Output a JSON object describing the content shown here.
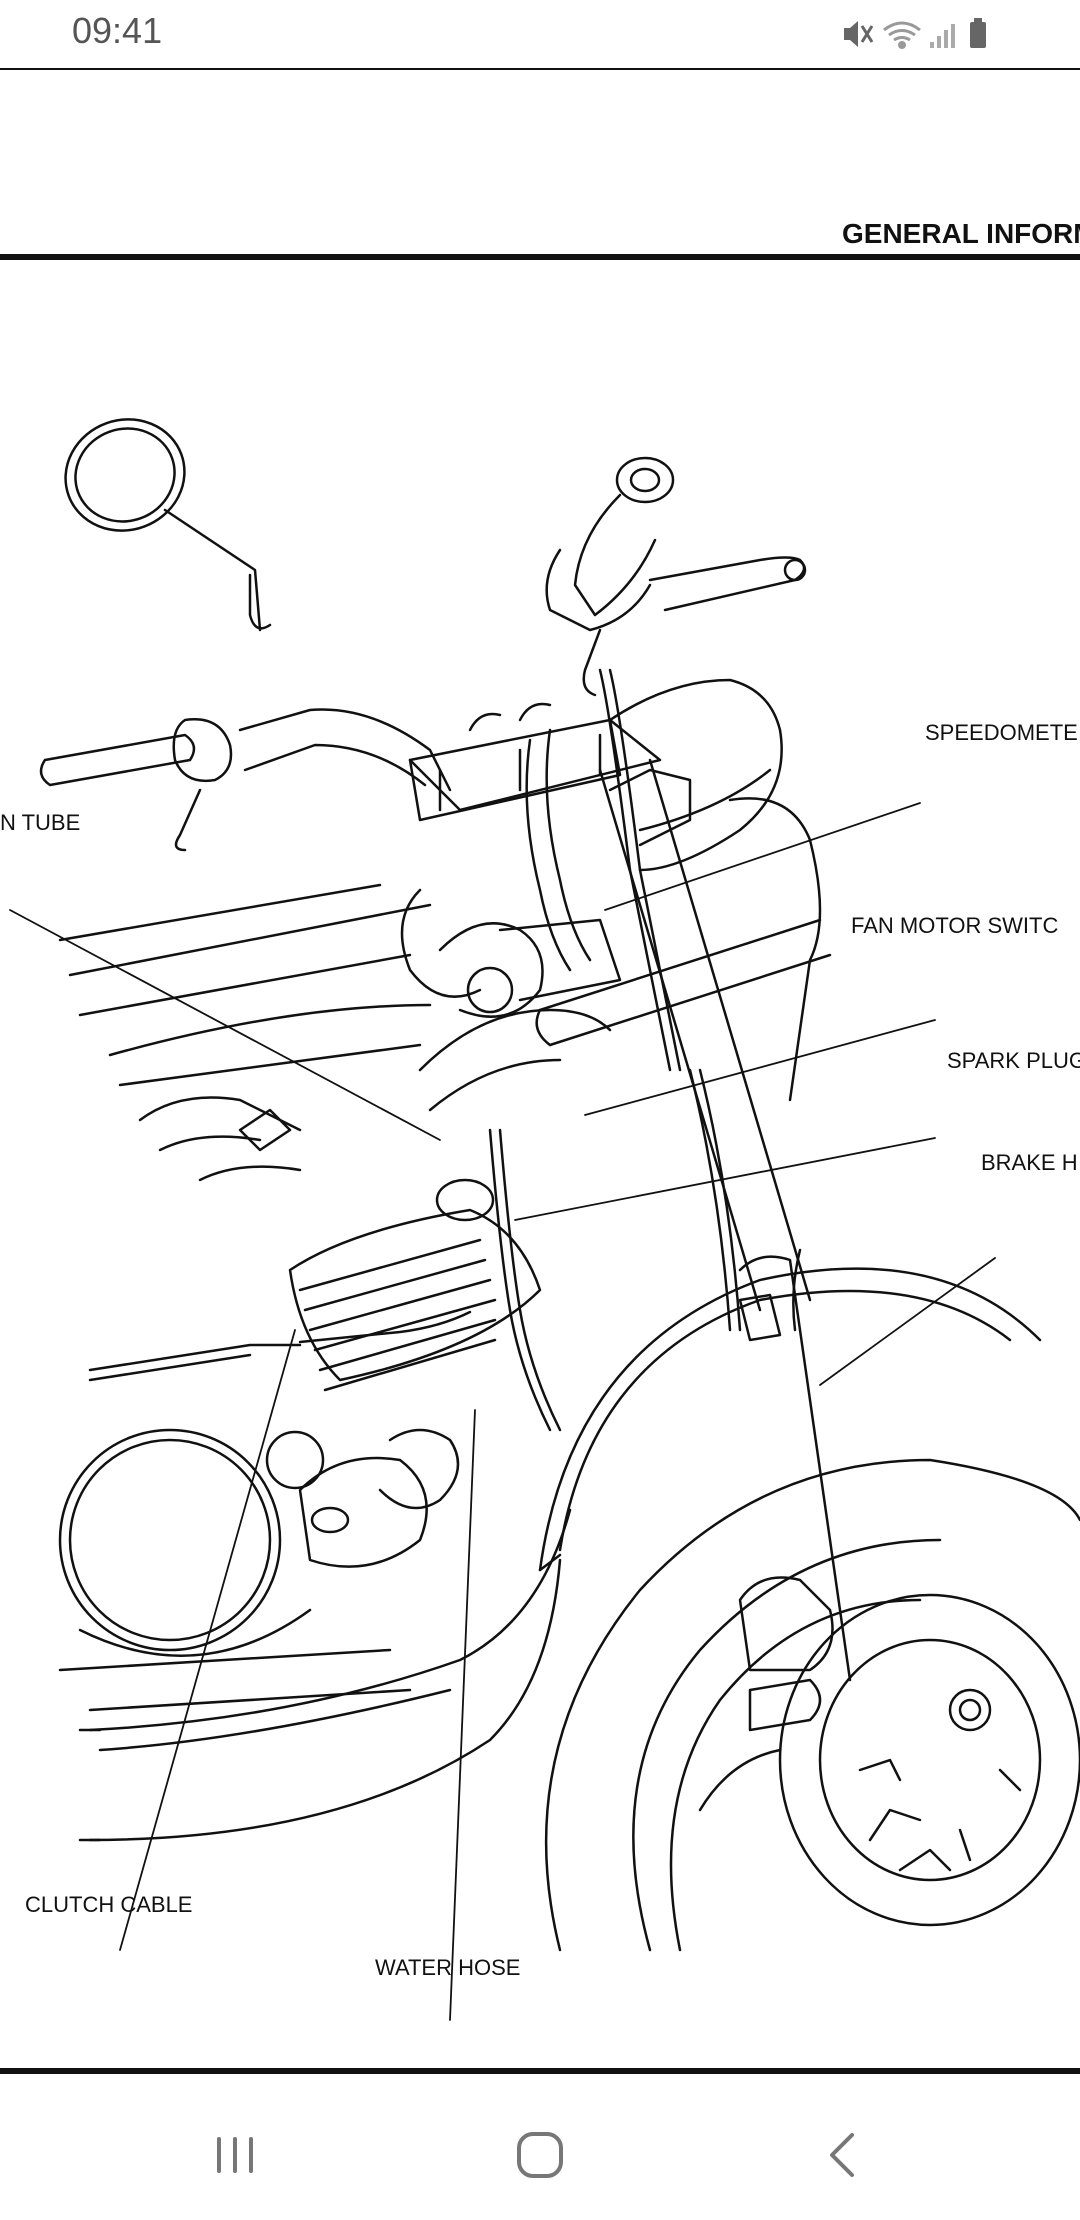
{
  "status_bar": {
    "time": "09:41",
    "icons": [
      "mute-icon",
      "wifi-icon",
      "signal-icon",
      "battery-icon"
    ]
  },
  "document": {
    "section_header": "GENERAL INFORM",
    "callouts": {
      "tube": "N TUBE",
      "speedometer": "SPEEDOMETE",
      "fan_motor_switch": "FAN MOTOR SWITC",
      "spark_plug": "SPARK PLUG",
      "brake": "BRAKE H",
      "clutch_cable": "CLUTCH CABLE",
      "water_hose": "WATER HOSE"
    }
  },
  "nav_bar": {
    "buttons": [
      "recent-apps",
      "home",
      "back"
    ]
  }
}
